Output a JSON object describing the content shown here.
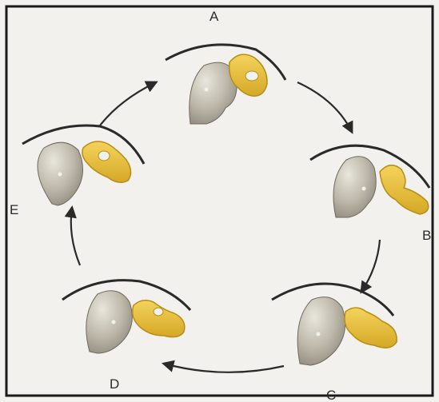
{
  "diagram": {
    "labels": {
      "a": "A",
      "b": "B",
      "c": "C",
      "d": "D",
      "e": "E"
    },
    "stages": [
      "A",
      "B",
      "C",
      "D",
      "E"
    ]
  },
  "colors": {
    "background": "#f3f1ee",
    "border": "#1a1a1a",
    "condyle": "#a8a395",
    "disc": "#e1b935",
    "fossa_line": "#2a2a2a",
    "arrow": "#2a2a2a"
  }
}
